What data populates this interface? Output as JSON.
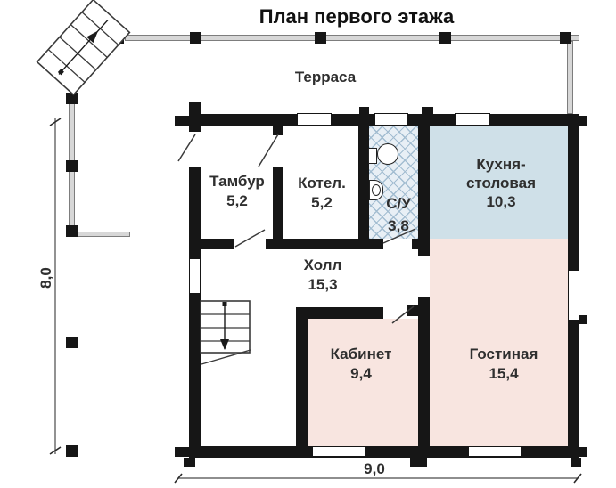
{
  "title": "План первого этажа",
  "terrace": {
    "label": "Терраса"
  },
  "rooms": {
    "tambur": {
      "name": "Тамбур",
      "area": "5,2"
    },
    "kotel": {
      "name": "Котел.",
      "area": "5,2"
    },
    "su": {
      "name": "С/У",
      "area": "3,8"
    },
    "kitchen": {
      "name": "Кухня-столовая",
      "area": "10,3"
    },
    "hall": {
      "name": "Холл",
      "area": "15,3"
    },
    "kabinet": {
      "name": "Кабинет",
      "area": "9,4"
    },
    "gostinaya": {
      "name": "Гостиная",
      "area": "15,4"
    }
  },
  "dimensions": {
    "height": "8,0",
    "width": "9,0"
  },
  "colors": {
    "wall": "#161616",
    "kitchen_fill": "#cfe0e8",
    "living_fill": "#f8e5e0",
    "bathroom_tile_bg": "#e8eff5",
    "bathroom_tile_line": "#a3bdd1",
    "railing": "#d7d7d7"
  }
}
